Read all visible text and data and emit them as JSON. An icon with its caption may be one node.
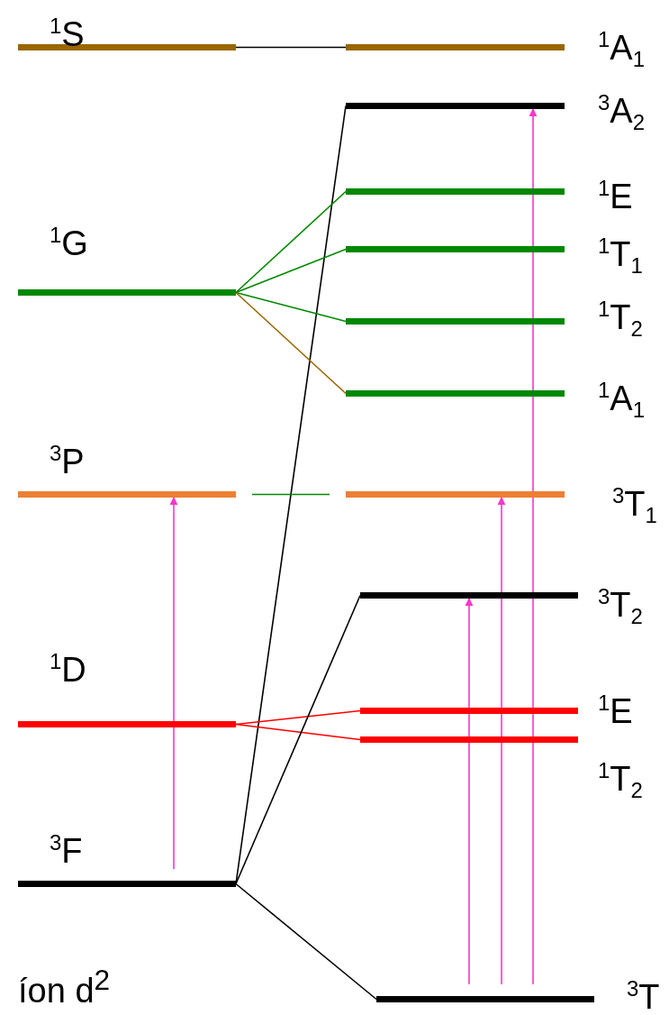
{
  "diagram": {
    "nodes": [
      {
        "text": [
          "$^{1}$S"
        ]
      },
      {
        "text": [
          "$^{1}$G"
        ]
      },
      {
        "text": [
          "$^{3}$P"
        ]
      },
      {
        "text": [
          "$^{1}$D"
        ]
      },
      {
        "text": [
          "$^{3}$F"
        ]
      },
      {
        "text": [
          "$^{1}$A$_{1}$"
        ]
      },
      {
        "text": [
          "$^{3}$A$_{2}$"
        ]
      },
      {
        "text": [
          "$^{1}$E"
        ]
      },
      {
        "text": [
          "$^{1}$T$_{1}$"
        ]
      },
      {
        "text": [
          "$^{1}$T$_{2}$"
        ]
      },
      {
        "text": [
          "$^{1}$A$_{1}$"
        ]
      },
      {
        "text": [
          "$^{3}$T$_{1}$"
        ]
      },
      {
        "text": [
          "$^{3}$T$_{2}$"
        ]
      },
      {
        "text": [
          "$^{1}$E"
        ]
      },
      {
        "text": [
          "$^{1}$T$_{2}$"
        ]
      },
      {
        "text": [
          "$^{3}$T"
        ]
      }
    ],
    "edges": [
      {
        "from": 0,
        "to": 5,
        "arrow": "none"
      },
      {
        "from": 4,
        "to": 6,
        "arrow": "none"
      },
      {
        "from": 1,
        "to": 7,
        "arrow": "none",
        "color": "#008800"
      },
      {
        "from": 1,
        "to": 8,
        "arrow": "none",
        "color": "#008800"
      },
      {
        "from": 1,
        "to": 9,
        "arrow": "none",
        "color": "#008800"
      },
      {
        "from": 1,
        "to": 10,
        "arrow": "none",
        "color": "#996600"
      },
      {
        "from": 2,
        "to": 11,
        "arrow": "none",
        "color": "#008800"
      },
      {
        "from": 3,
        "to": 13,
        "arrow": "none",
        "color": "#ff0000"
      },
      {
        "from": 3,
        "to": 14,
        "arrow": "none",
        "color": "#ff0000"
      },
      {
        "from": 4,
        "to": 12,
        "arrow": "none"
      },
      {
        "from": 4,
        "to": 15,
        "arrow": "none"
      },
      {
        "from": 4,
        "to": 2,
        "arrow": "to",
        "color": "#ff33cc"
      },
      {
        "from": 15,
        "to": 12,
        "arrow": "to",
        "color": "#ff33cc"
      },
      {
        "from": 15,
        "to": 11,
        "arrow": "to",
        "color": "#ff33cc"
      },
      {
        "from": 15,
        "to": 6,
        "arrow": "to",
        "color": "#ff33cc"
      }
    ],
    "labels": [
      "íon d$^{2}$"
    ]
  }
}
